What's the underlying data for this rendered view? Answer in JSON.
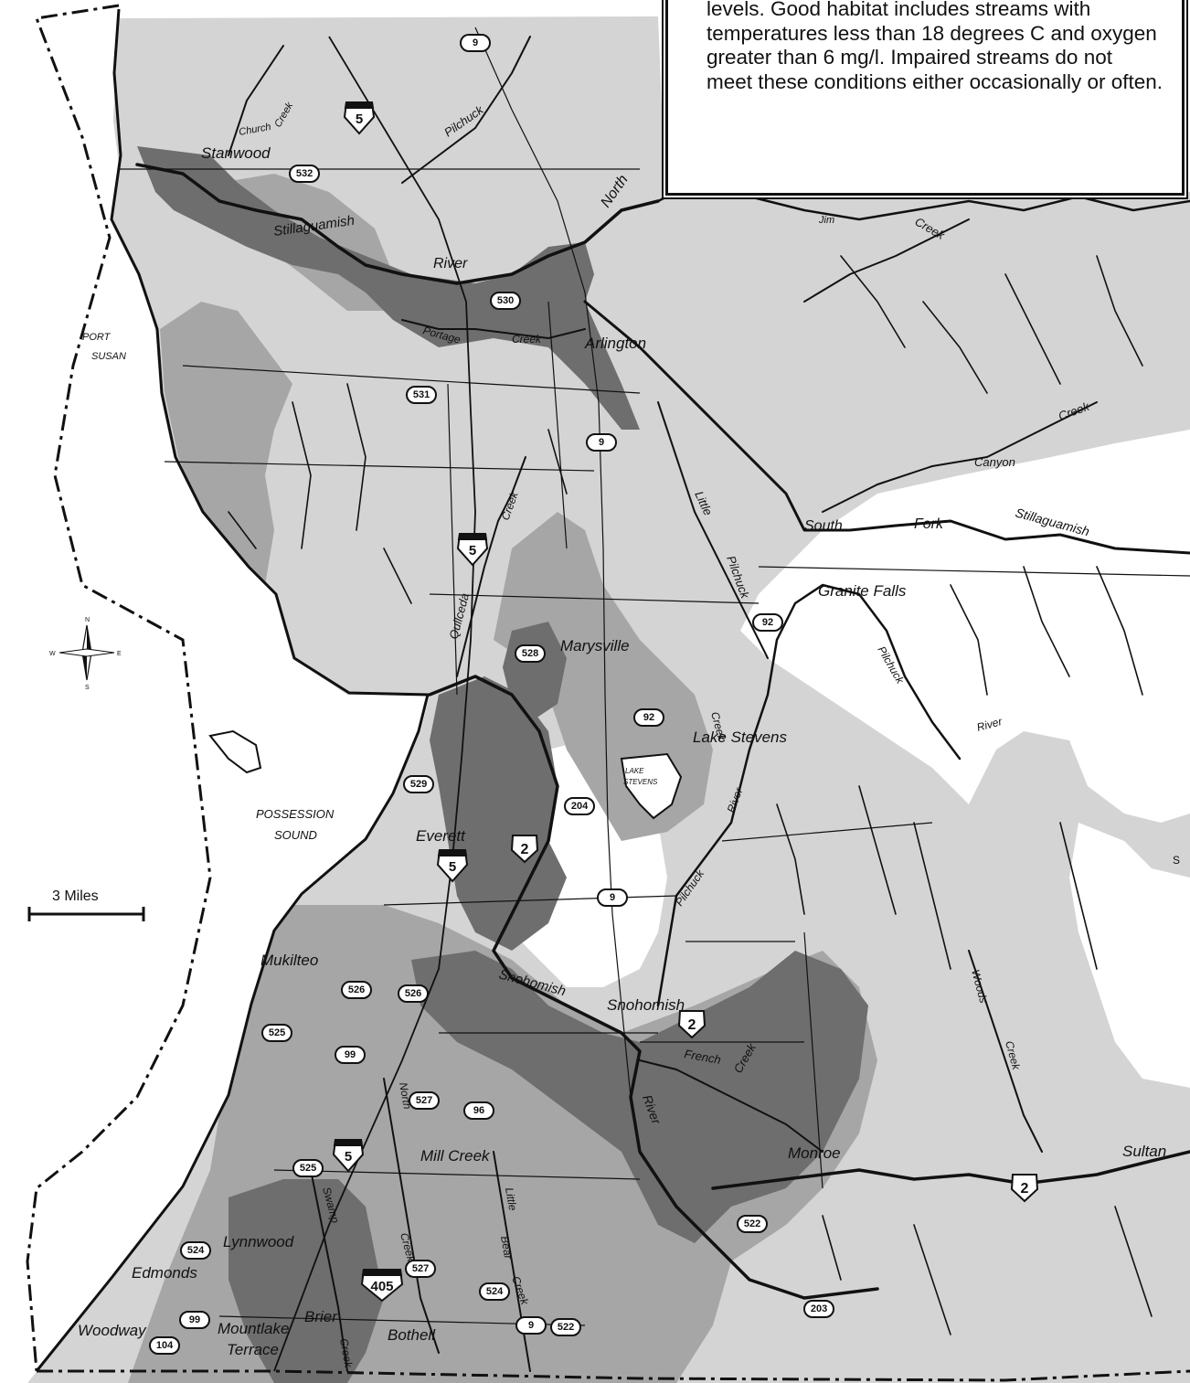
{
  "legend": {
    "text": "levels. Good habitat includes streams with temperatures less than 18 degrees C and oxygen greater than 6 mg/l. Impaired streams do not meet these conditions either occasionally or often."
  },
  "scale_bar": {
    "label": "3 Miles"
  },
  "compass": {
    "north": "N",
    "south": "S",
    "east": "E",
    "west": "W"
  },
  "colors": {
    "light": "#d4d4d4",
    "medium": "#a6a6a6",
    "dark": "#6e6e6e",
    "line": "#111111",
    "water": "#ffffff"
  },
  "places": {
    "stanwood": "Stanwood",
    "arlington": "Arlington",
    "marysville": "Marysville",
    "lake_stevens": "Lake Stevens",
    "everett": "Everett",
    "granite_falls": "Granite Falls",
    "mukilteo": "Mukilteo",
    "snohomish": "Snohomish",
    "mill_creek": "Mill Creek",
    "monroe": "Monroe",
    "lynnwood": "Lynnwood",
    "edmonds": "Edmonds",
    "woodway": "Woodway",
    "mountlake": "Mountlake",
    "terrace": "Terrace",
    "brier": "Brier",
    "bothell": "Bothell",
    "sultan": "Sultan"
  },
  "water_labels": {
    "port": "PORT",
    "susan": "SUSAN",
    "possession": "POSSESSION",
    "sound": "SOUND",
    "lake": "LAKE",
    "stevens": "STEVENS"
  },
  "stream_labels": {
    "church": "Church",
    "creek": "Creek",
    "pilchuck": "Pilchuck",
    "north": "North",
    "stillaguamish": "Stillaguamish",
    "river": "River",
    "portage": "Portage",
    "jim": "Jim",
    "canyon": "Canyon",
    "south": "South",
    "fork": "Fork",
    "little": "Little",
    "quilceda": "Quilceda",
    "snohomish": "Snohomish",
    "french": "French",
    "woods": "Woods",
    "swamp": "Swamp",
    "bear": "Bear",
    "s": "S"
  },
  "routes": {
    "interstate": [
      "5",
      "5",
      "5",
      "5",
      "405"
    ],
    "us": [
      "2",
      "2",
      "2"
    ],
    "state": [
      "9",
      "532",
      "530",
      "531",
      "9",
      "92",
      "528",
      "92",
      "529",
      "204",
      "9",
      "526",
      "526",
      "525",
      "99",
      "527",
      "96",
      "525",
      "524",
      "527",
      "524",
      "99",
      "104",
      "9",
      "522",
      "522",
      "203"
    ]
  }
}
